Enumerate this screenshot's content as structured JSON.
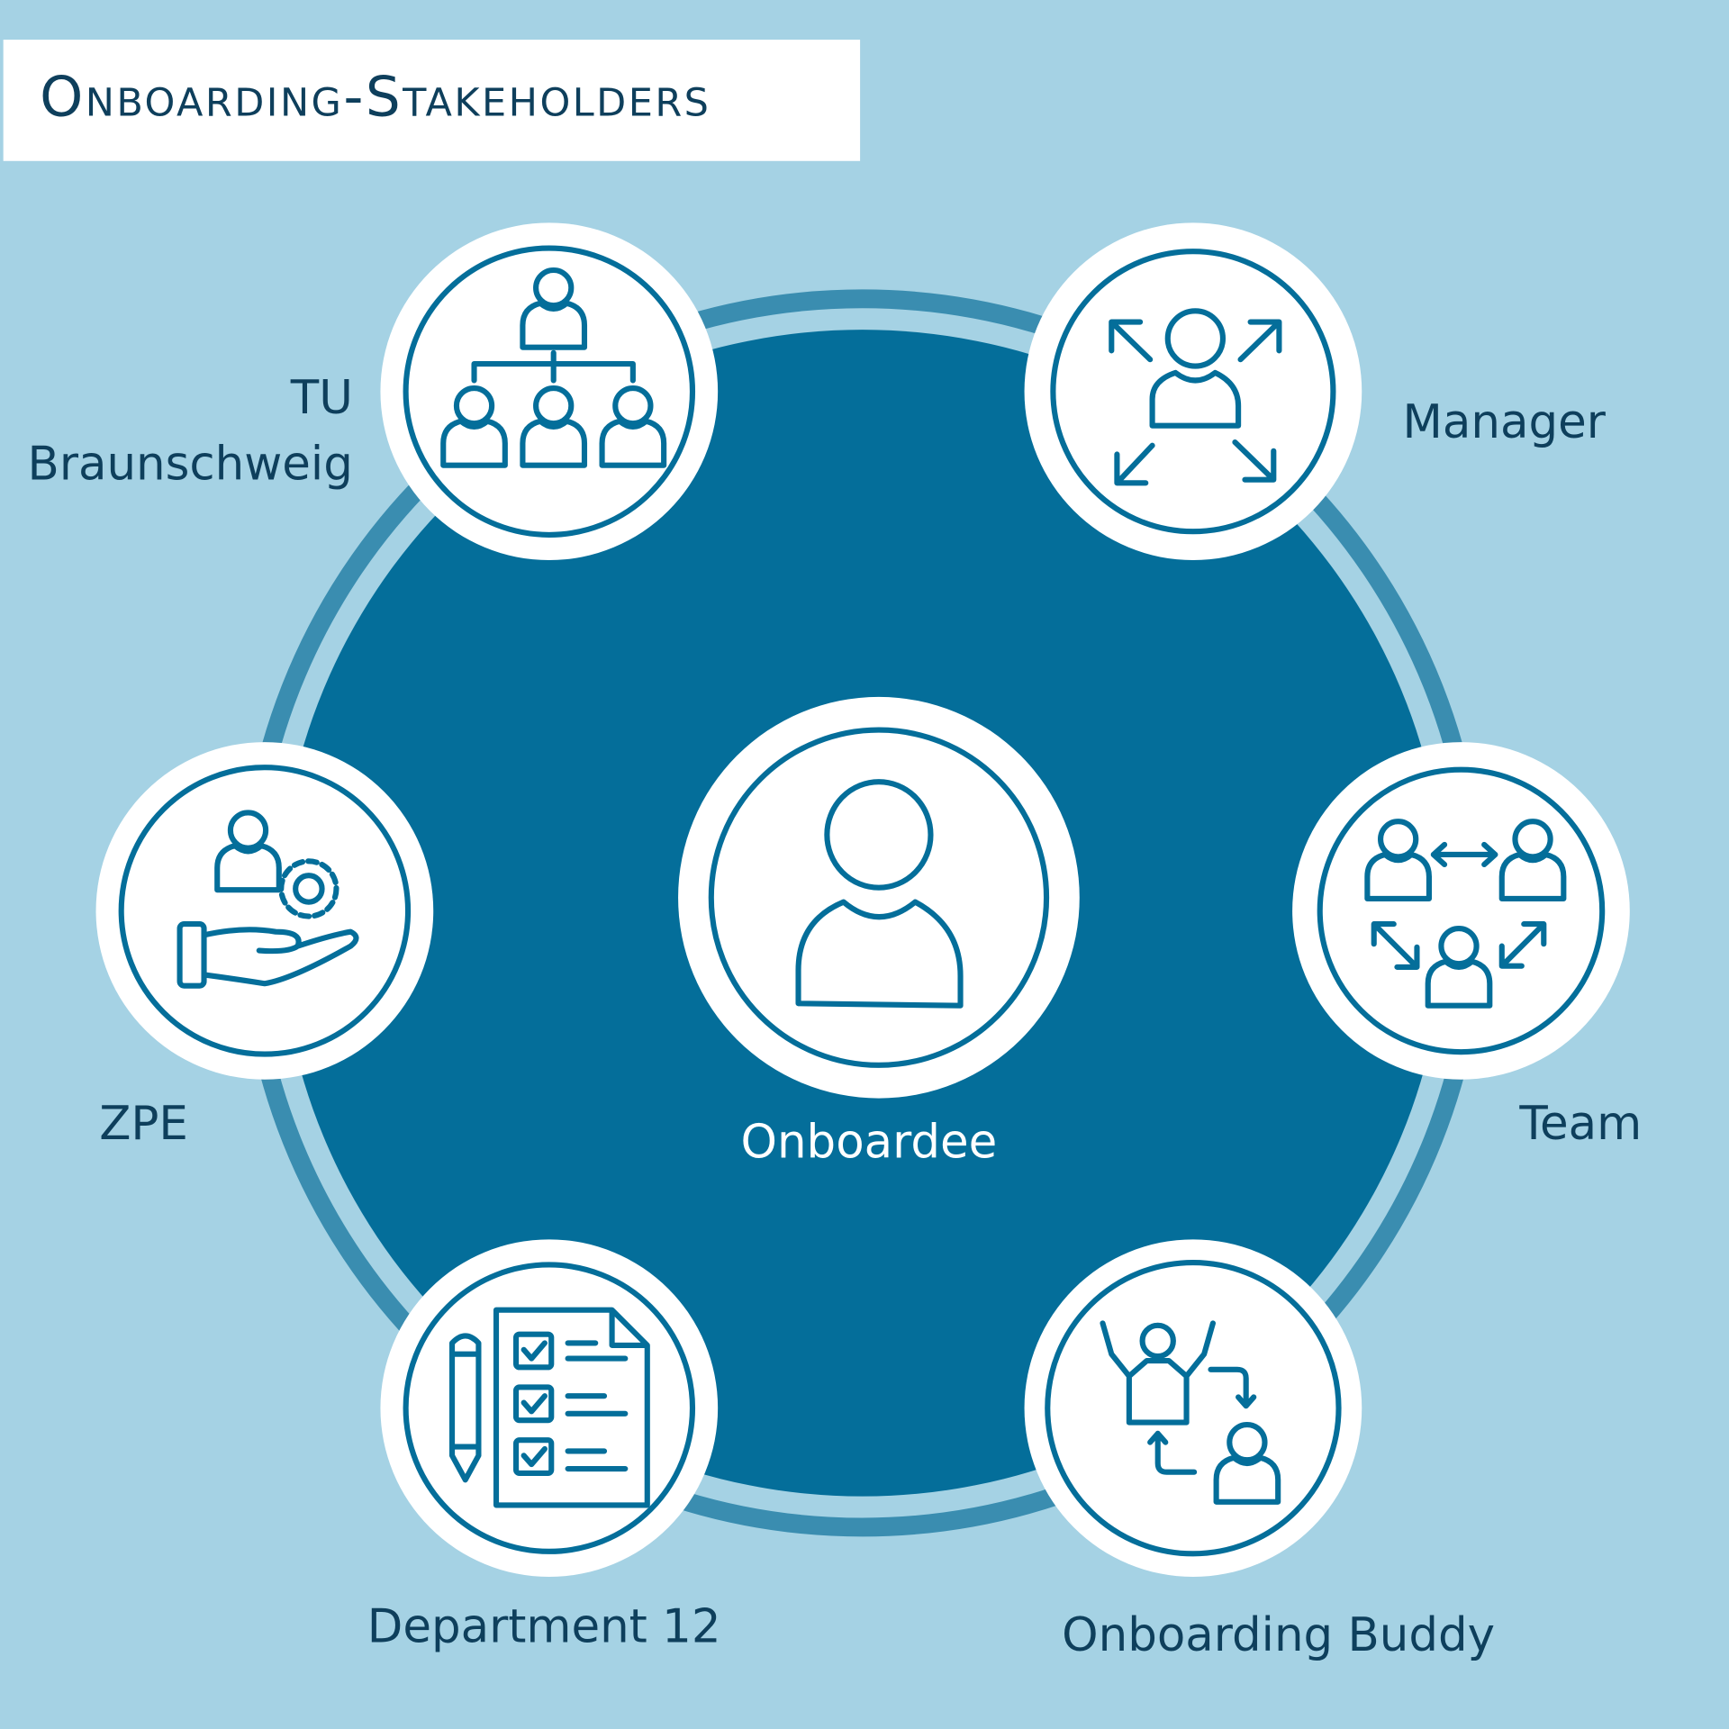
{
  "title": "Onboarding-Stakeholders",
  "center": {
    "label": "Onboardee"
  },
  "stakeholders": [
    {
      "label_line1": "TU",
      "label_line2": "Braunschweig",
      "icon": "org-chart-icon"
    },
    {
      "label": "Manager",
      "icon": "manager-arrows-icon"
    },
    {
      "label": "ZPE",
      "icon": "hand-person-gear-icon"
    },
    {
      "label": "Team",
      "icon": "team-exchange-icon"
    },
    {
      "label": "Department 12",
      "icon": "checklist-pencil-icon"
    },
    {
      "label": "Onboarding Buddy",
      "icon": "buddy-exchange-icon"
    }
  ],
  "colors": {
    "background": "#a5d2e4",
    "dark": "#046e9a",
    "ring": "#3a8db0",
    "text": "#0e3f5c"
  }
}
